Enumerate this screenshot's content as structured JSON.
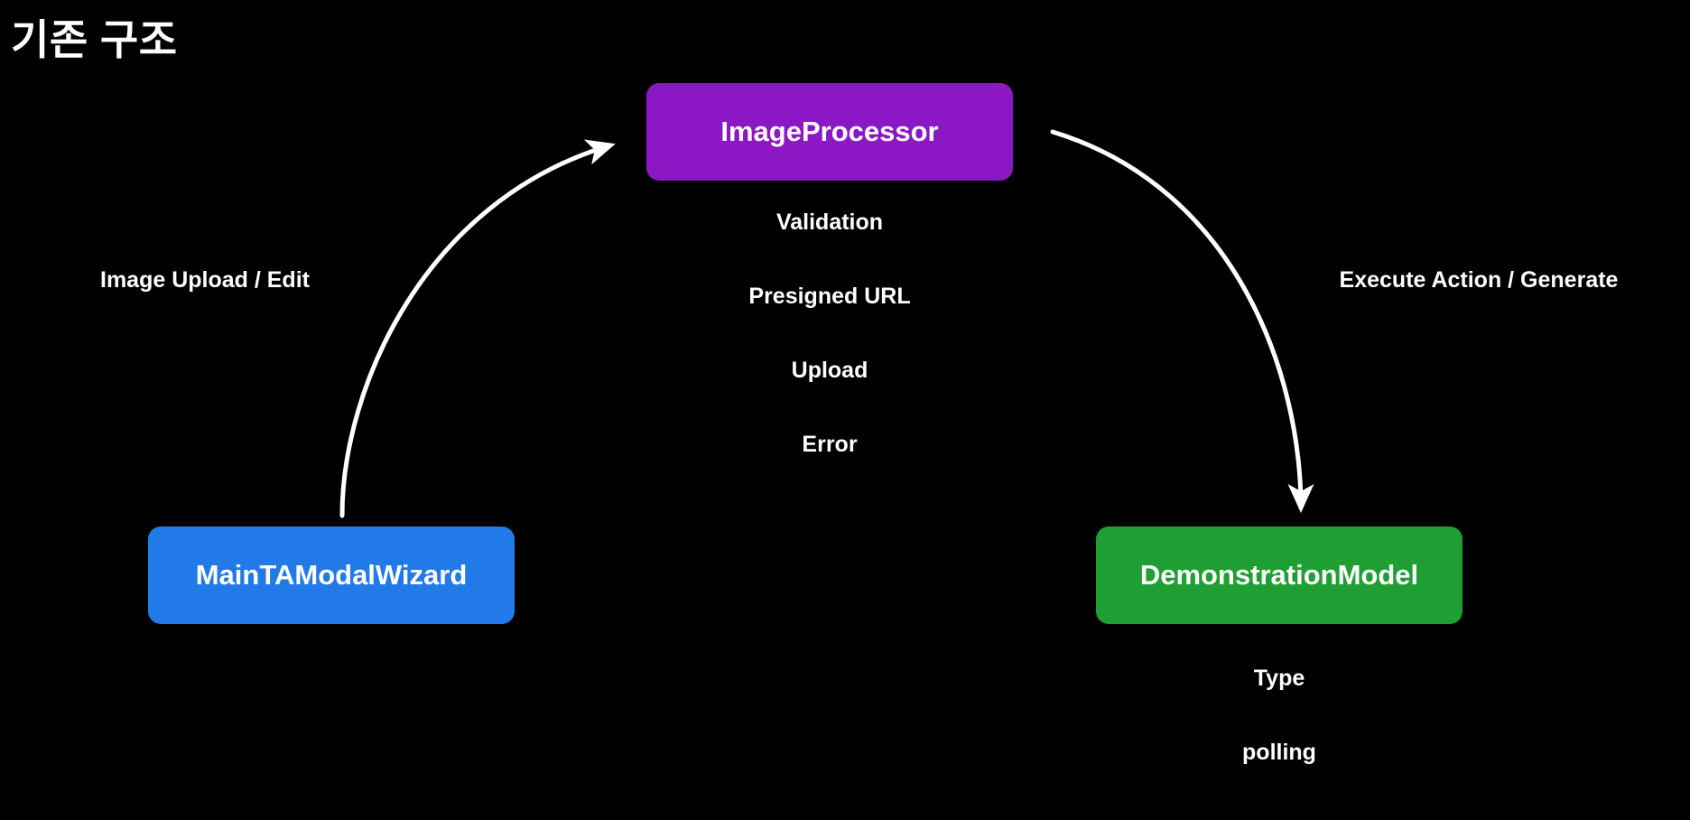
{
  "page": {
    "title": "기존 구조",
    "background_color": "#000000",
    "text_color": "#ffffff"
  },
  "nodes": [
    {
      "id": "image-processor",
      "label": "ImageProcessor",
      "color": "#8b18c4",
      "role": "center-top"
    },
    {
      "id": "main-upload-wizard",
      "label": "MainTAModalWizard",
      "color": "#2279e8",
      "role": "bottom-left"
    },
    {
      "id": "demonstration-model",
      "label": "DemonstrationModel",
      "color": "#1f9e33",
      "role": "bottom-right"
    }
  ],
  "processor_items": [
    "Validation",
    "Presigned URL",
    "Upload",
    "Error"
  ],
  "model_items": [
    "Type",
    "polling"
  ],
  "edge_labels": {
    "left": "Image Upload / Edit",
    "right": "Execute Action / Generate"
  },
  "arrows": {
    "color": "#ffffff",
    "stroke_width": 5,
    "left_arrow": {
      "from": "main-upload-wizard",
      "to": "image-processor",
      "direction": "up-right"
    },
    "right_arrow": {
      "from": "image-processor",
      "to": "demonstration-model",
      "direction": "down-right"
    }
  }
}
